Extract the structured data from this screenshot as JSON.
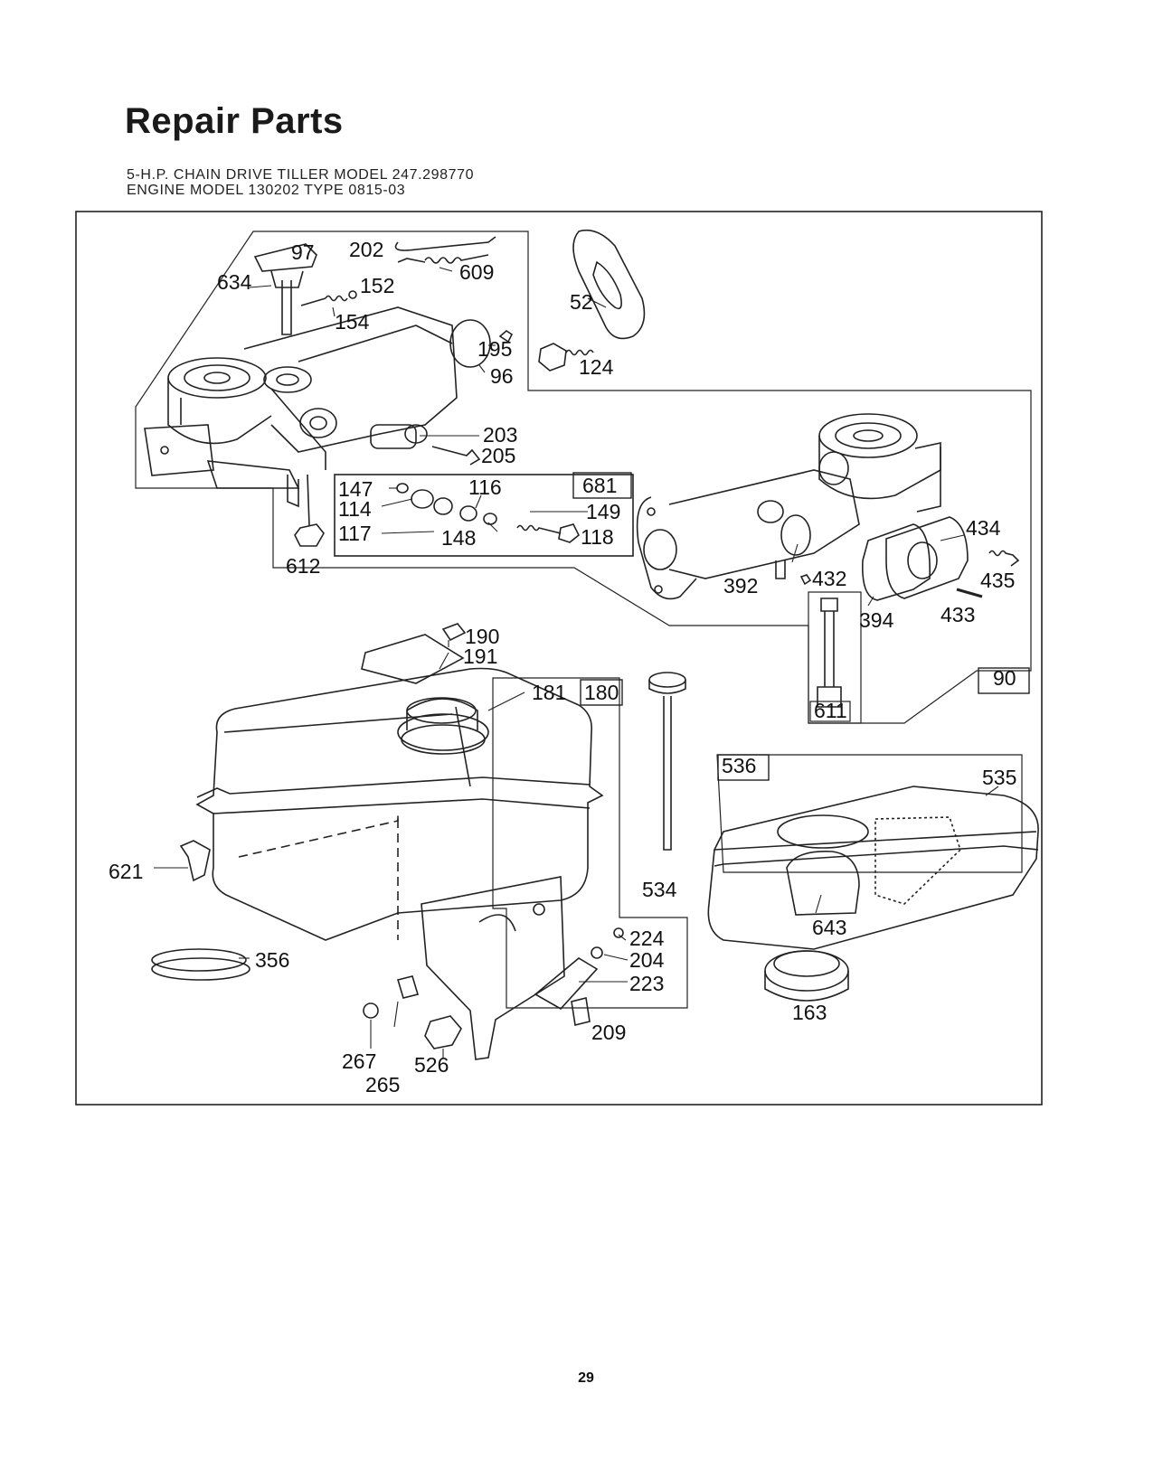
{
  "header": {
    "title": "Repair Parts",
    "subtitle_line1": "5-H.P. CHAIN DRIVE TILLER MODEL 247.298770",
    "subtitle_line2": "ENGINE MODEL 130202 TYPE 0815-03"
  },
  "callouts": {
    "p97": "97",
    "p202": "202",
    "p609": "609",
    "p634": "634",
    "p152": "152",
    "p154": "154",
    "p52": "52",
    "p195": "195",
    "p96": "96",
    "p124": "124",
    "p203": "203",
    "p205": "205",
    "p147": "147",
    "p116": "116",
    "p681": "681",
    "p114": "114",
    "p149": "149",
    "p117": "117",
    "p148": "148",
    "p118": "118",
    "p612": "612",
    "p434": "434",
    "p392": "392",
    "p432": "432",
    "p435": "435",
    "p394": "394",
    "p433": "433",
    "p190": "190",
    "p191": "191",
    "p181": "181",
    "p180": "180",
    "p611": "611",
    "p90": "90",
    "p536": "536",
    "p535": "535",
    "p621": "621",
    "p534": "534",
    "p643": "643",
    "p224": "224",
    "p204": "204",
    "p356": "356",
    "p223": "223",
    "p163": "163",
    "p209": "209",
    "p267": "267",
    "p526": "526",
    "p265": "265"
  },
  "footer": {
    "page_number": "29"
  }
}
